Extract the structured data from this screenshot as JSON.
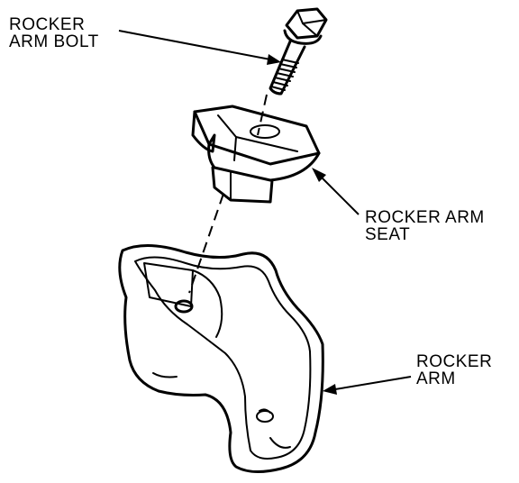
{
  "labels": {
    "bolt": "ROCKER\nARM BOLT",
    "seat": "ROCKER ARM\nSEAT",
    "arm": "ROCKER\nARM"
  },
  "colors": {
    "ink": "#000000",
    "background": "#ffffff"
  }
}
